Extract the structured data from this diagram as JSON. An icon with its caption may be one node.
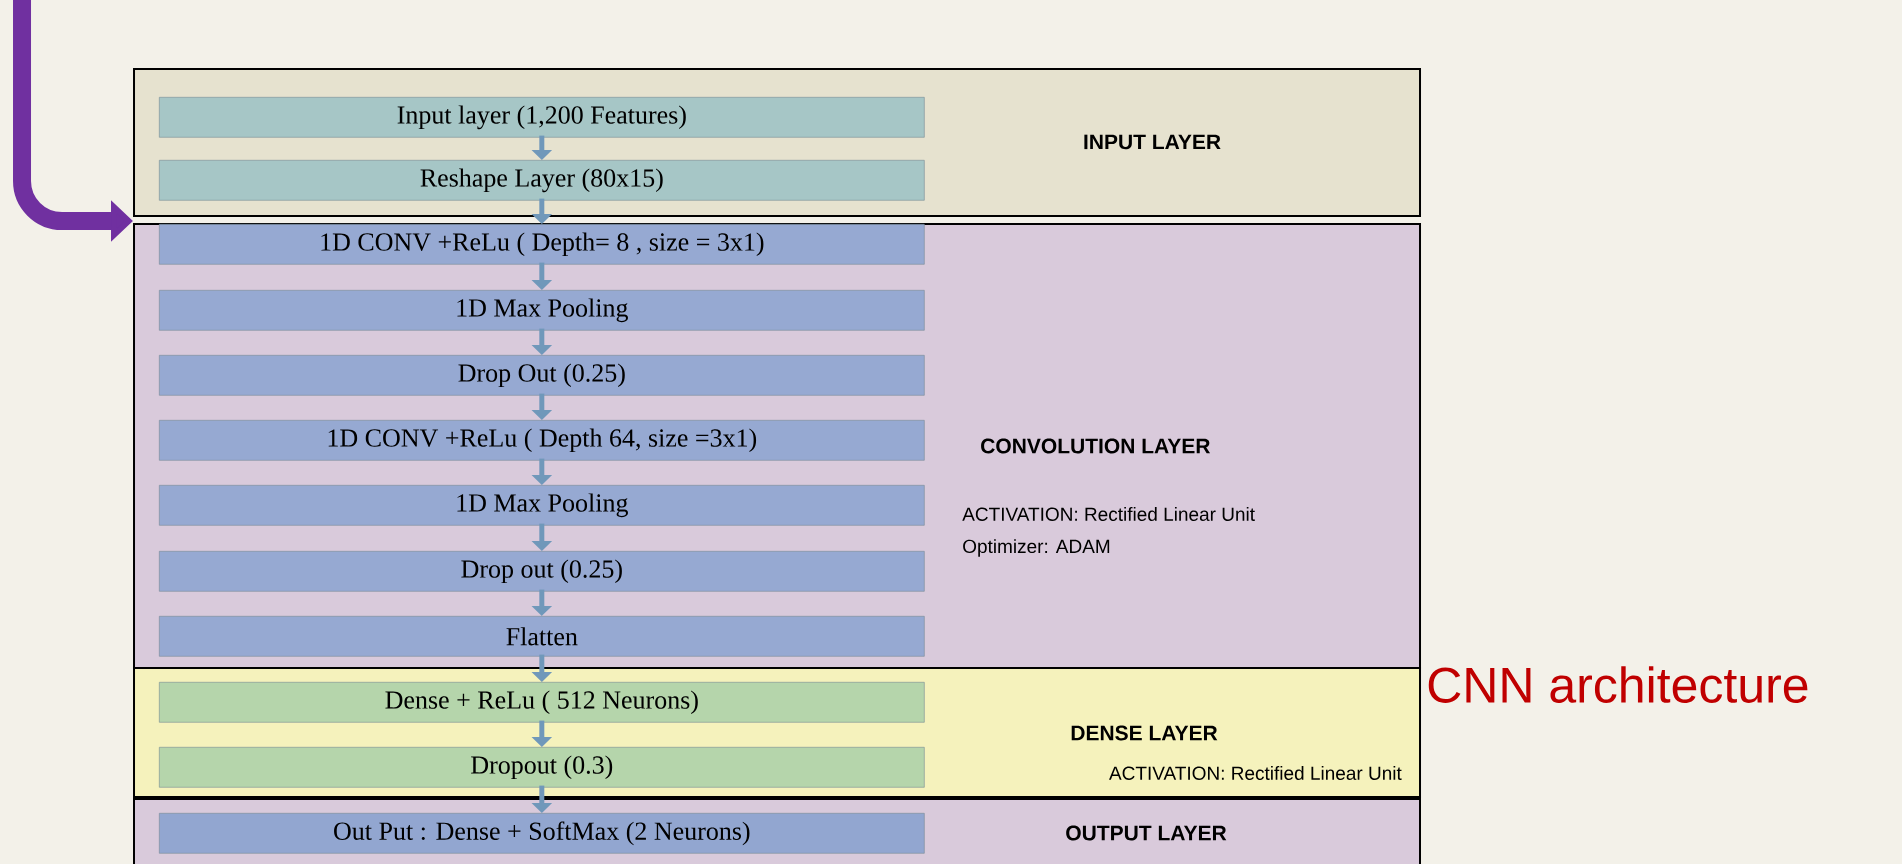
{
  "diagram": {
    "caption": "CNN architecture",
    "nodes": [
      {
        "text": [
          "INPUT LAYER"
        ]
      },
      {
        "text": [
          "Input layer (1,200 Features)"
        ],
        "in": 0
      },
      {
        "text": [
          "Reshape Layer (80x15)"
        ],
        "in": 0
      },
      {
        "text": [
          "CONVOLUTION LAYER",
          "ACTIVATION: Rectified Linear Unit",
          "Optimizer:  ADAM"
        ]
      },
      {
        "text": [
          "1D CONV +ReLu ( Depth= 8 , size = 3x1)"
        ],
        "in": 3
      },
      {
        "text": [
          "1D Max Pooling"
        ],
        "in": 3
      },
      {
        "text": [
          "Drop Out (0.25)"
        ],
        "in": 3
      },
      {
        "text": [
          "1D CONV +ReLu ( Depth 64, size =3x1)"
        ],
        "in": 3
      },
      {
        "text": [
          "1D Max Pooling"
        ],
        "in": 3
      },
      {
        "text": [
          "Drop out (0.25)"
        ],
        "in": 3
      },
      {
        "text": [
          "Flatten"
        ],
        "in": 3
      },
      {
        "text": [
          "DENSE LAYER",
          "ACTIVATION: Rectified Linear Unit"
        ]
      },
      {
        "text": [
          "Dense + ReLu  ( 512 Neurons)"
        ],
        "in": 11
      },
      {
        "text": [
          "Dropout (0.3)"
        ],
        "in": 11
      },
      {
        "text": [
          "OUTPUT LAYER"
        ]
      },
      {
        "text": [
          "Out Put : Dense + SoftMax (2 Neurons)"
        ],
        "in": 14
      }
    ],
    "edges": [
      {
        "from": 1,
        "to": 2,
        "arrow": "to"
      },
      {
        "from": 2,
        "to": 4,
        "arrow": "to"
      },
      {
        "from": 4,
        "to": 5,
        "arrow": "to"
      },
      {
        "from": 5,
        "to": 6,
        "arrow": "to"
      },
      {
        "from": 6,
        "to": 7,
        "arrow": "to"
      },
      {
        "from": 7,
        "to": 8,
        "arrow": "to"
      },
      {
        "from": 8,
        "to": 9,
        "arrow": "to"
      },
      {
        "from": 9,
        "to": 10,
        "arrow": "to"
      },
      {
        "from": 10,
        "to": 12,
        "arrow": "to"
      },
      {
        "from": 12,
        "to": 13,
        "arrow": "to"
      },
      {
        "from": 13,
        "to": 15,
        "arrow": "to"
      },
      {
        "from": null,
        "to": 3,
        "arrow": "to",
        "style": "thick",
        "color": "#7030a0"
      }
    ]
  }
}
